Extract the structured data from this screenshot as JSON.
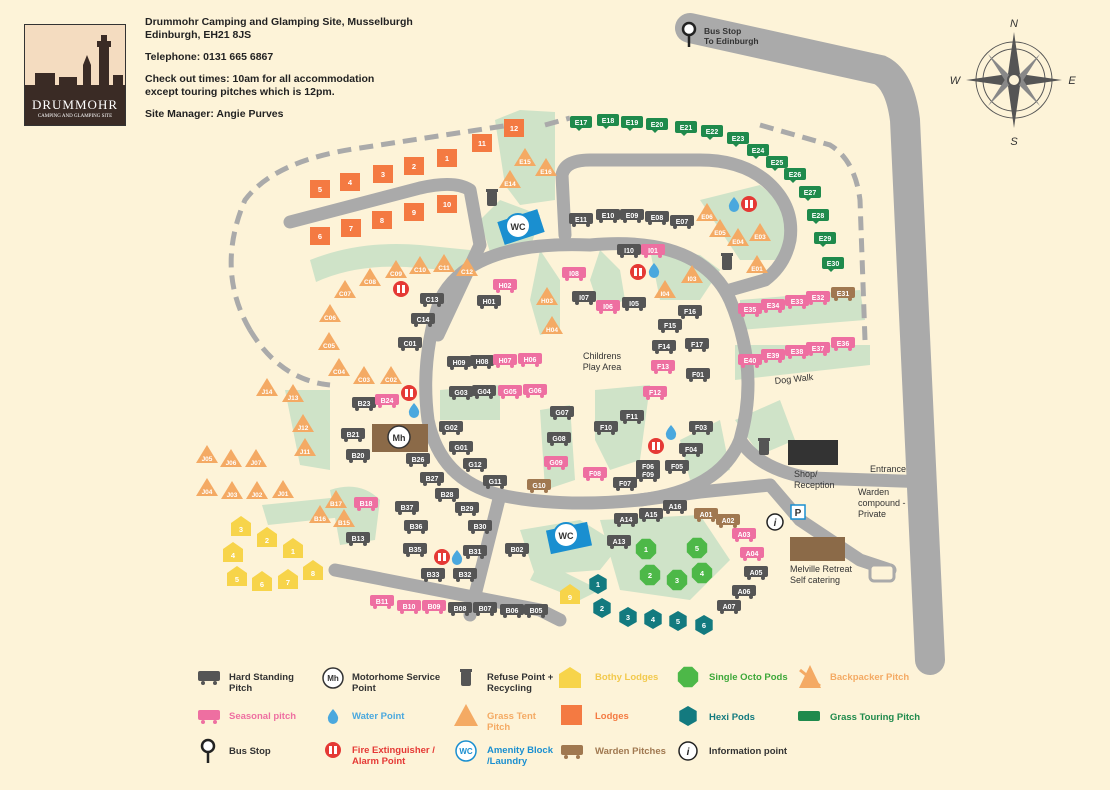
{
  "site": {
    "name_line1": "Drummohr Camping and Glamping Site, Musselburgh",
    "name_line2": "Edinburgh, EH21 8JS",
    "telephone": "Telephone: 0131 665 6867",
    "checkout_line1": "Check out times: 10am for all accommodation",
    "checkout_line2": "except touring pitches which is 12pm.",
    "manager": "Site Manager: Angie Purves",
    "logo_title": "DRUMMOHR",
    "logo_subtitle": "CAMPING AND GLAMPING SITE"
  },
  "compass": {
    "n": "N",
    "s": "S",
    "e": "E",
    "w": "W"
  },
  "labels": {
    "bus_stop_line1": "Bus Stop",
    "bus_stop_line2": "To Edinburgh",
    "play_line1": "Childrens",
    "play_line2": "Play Area",
    "dog_walk": "Dog Walk",
    "shop_line1": "Shop/",
    "shop_line2": "Reception",
    "entrance": "Entrance",
    "warden_line1": "Warden",
    "warden_line2": "compound -",
    "warden_line3": "Private",
    "melville_line1": "Melville Retreat",
    "melville_line2": "Self catering",
    "motorhome": "Mh",
    "wc": "WC",
    "parking": "P",
    "info": "i"
  },
  "pitches": {
    "hard": [
      "E11",
      "E10",
      "E09",
      "E08",
      "E07",
      "I10",
      "I07",
      "I05",
      "F16",
      "F15",
      "F14",
      "F17",
      "F01",
      "H01",
      "C13",
      "C14",
      "C01",
      "H09",
      "H08",
      "G03",
      "G04",
      "G07",
      "F11",
      "F10",
      "F03",
      "G08",
      "F04",
      "G02",
      "G01",
      "F09",
      "F05",
      "F06",
      "F07",
      "G12",
      "G11",
      "B23",
      "B21",
      "B20",
      "B26",
      "B27",
      "B28",
      "B29",
      "B30",
      "B37",
      "B36",
      "B35",
      "B31",
      "B33",
      "B32",
      "B13",
      "B02",
      "B08",
      "B07",
      "B06",
      "B05",
      "A16",
      "A15",
      "A14",
      "A13",
      "A05",
      "A06",
      "A07"
    ],
    "seasonal": [
      "I01",
      "I08",
      "I06",
      "H02",
      "H07",
      "H06",
      "G05",
      "G06",
      "F13",
      "F12",
      "G09",
      "F08",
      "E35",
      "E34",
      "E33",
      "E32",
      "E40",
      "E39",
      "E38",
      "E37",
      "E36",
      "B24",
      "B18",
      "B11",
      "B10",
      "B09",
      "A03",
      "A04"
    ],
    "warden": [
      "G10",
      "E31",
      "A01",
      "A02"
    ],
    "grass_touring": [
      "E17",
      "E18",
      "E19",
      "E20",
      "E21",
      "E22",
      "E23",
      "E24",
      "E25",
      "E26",
      "E27",
      "E28",
      "E29",
      "E30"
    ],
    "tent": [
      "E15",
      "E14",
      "E16",
      "E06",
      "E05",
      "E04",
      "E03",
      "E01",
      "I03",
      "I04",
      "H03",
      "H04",
      "C11",
      "C10",
      "C09",
      "C12",
      "C08",
      "C07",
      "C06",
      "C05",
      "C04",
      "C03",
      "C02",
      "J14",
      "J13",
      "J12",
      "J11",
      "J05",
      "J06",
      "J07",
      "J04",
      "J03",
      "J02",
      "J01",
      "B17",
      "B16",
      "B15"
    ],
    "lodges": [
      "12",
      "11",
      "1",
      "2",
      "3",
      "4",
      "5",
      "10",
      "9",
      "8",
      "7",
      "6"
    ],
    "bothy": [
      "3",
      "2",
      "1",
      "4",
      "5",
      "6",
      "7",
      "8",
      "9"
    ],
    "octo": [
      "1",
      "5",
      "2",
      "3",
      "4"
    ],
    "hexi": [
      "1",
      "2",
      "3",
      "4",
      "5",
      "6"
    ]
  },
  "legend": {
    "hard": "Hard Standing Pitch",
    "motorhome": "Motorhome Service Point",
    "refuse": "Refuse Point + Recycling",
    "bothy": "Bothy Lodges",
    "octo": "Single Octo Pods",
    "backpacker": "Backpacker Pitch",
    "seasonal": "Seasonal pitch",
    "water": "Water Point",
    "tent": "Grass Tent Pitch",
    "lodges": "Lodges",
    "hexi": "Hexi Pods",
    "touring": "Grass Touring Pitch",
    "bus": "Bus Stop",
    "fire": "Fire Extinguisher / Alarm Point",
    "amenity": "Amenity Block /Laundry",
    "warden": "Warden Pitches",
    "information": "Information point"
  },
  "colors": {
    "background": "#fdf3d8",
    "road": "#aaaaaa",
    "green_area": "#cfe3c8",
    "hard_pitch": "#555555",
    "seasonal": "#ee6fa1",
    "warden": "#a07850",
    "touring": "#1f8a4c",
    "tent": "#f4aa64",
    "lodge": "#f47a42",
    "bothy": "#f7d44a",
    "octo": "#4db848",
    "hexi": "#137a7f",
    "wc": "#1a8fd0",
    "fire": "#e53935",
    "water": "#4aa8de"
  }
}
